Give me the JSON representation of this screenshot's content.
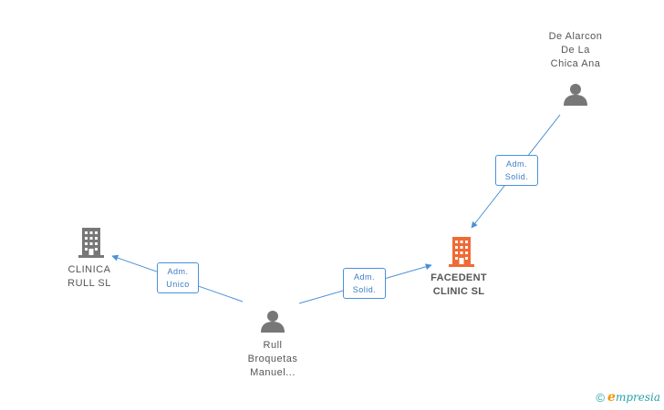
{
  "nodes": {
    "de_alarcon": {
      "label": "De Alarcon\nDe La\nChica Ana"
    },
    "clinica_rull": {
      "label": "CLINICA\nRULL SL"
    },
    "facedent": {
      "label": "FACEDENT\nCLINIC SL"
    },
    "rull_broquetas": {
      "label": "Rull\nBroquetas\nManuel..."
    }
  },
  "relations": {
    "alarcon_to_facedent": "Adm.\nSolid.",
    "rull_to_clinica": "Adm.\nUnico",
    "rull_to_facedent": "Adm.\nSolid."
  },
  "footer": {
    "copyright": "©",
    "brand_initial": "e",
    "brand_rest": "mpresia"
  },
  "colors": {
    "edge": "#4a90d9",
    "person": "#777777",
    "company": "#777777",
    "focus_company": "#f06a35"
  }
}
